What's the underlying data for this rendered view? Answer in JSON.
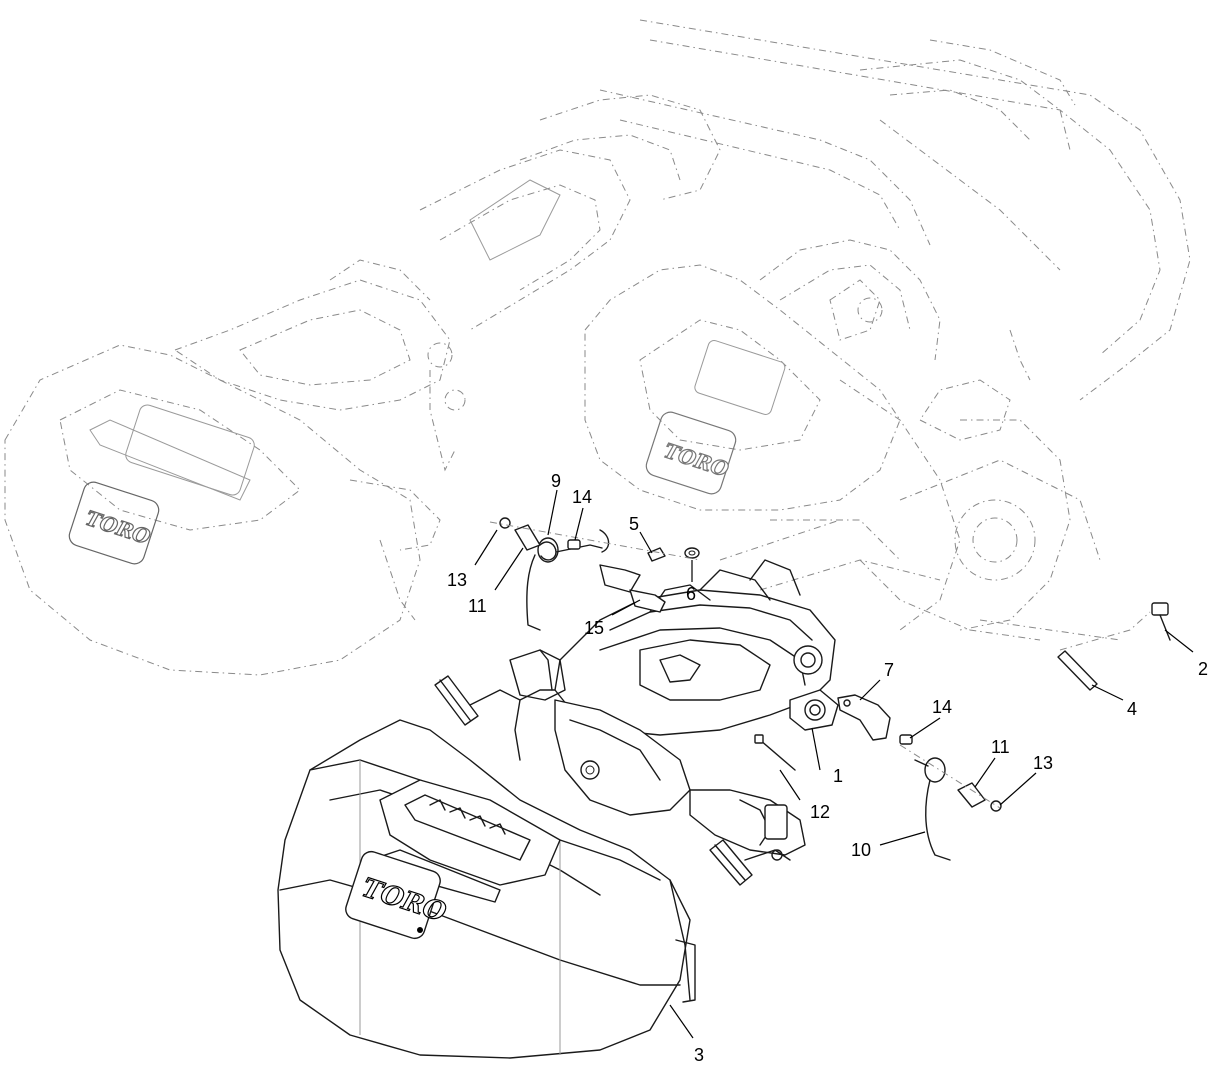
{
  "brand_logo": "TORO",
  "callouts": [
    {
      "id": "c1",
      "label": "1"
    },
    {
      "id": "c2",
      "label": "2"
    },
    {
      "id": "c3",
      "label": "3"
    },
    {
      "id": "c4",
      "label": "4"
    },
    {
      "id": "c5",
      "label": "5"
    },
    {
      "id": "c6",
      "label": "6"
    },
    {
      "id": "c7",
      "label": "7"
    },
    {
      "id": "c9",
      "label": "9"
    },
    {
      "id": "c10",
      "label": "10"
    },
    {
      "id": "c11a",
      "label": "11"
    },
    {
      "id": "c11b",
      "label": "11"
    },
    {
      "id": "c12",
      "label": "12"
    },
    {
      "id": "c13a",
      "label": "13"
    },
    {
      "id": "c13b",
      "label": "13"
    },
    {
      "id": "c14a",
      "label": "14"
    },
    {
      "id": "c14b",
      "label": "14"
    },
    {
      "id": "c15",
      "label": "15"
    }
  ]
}
